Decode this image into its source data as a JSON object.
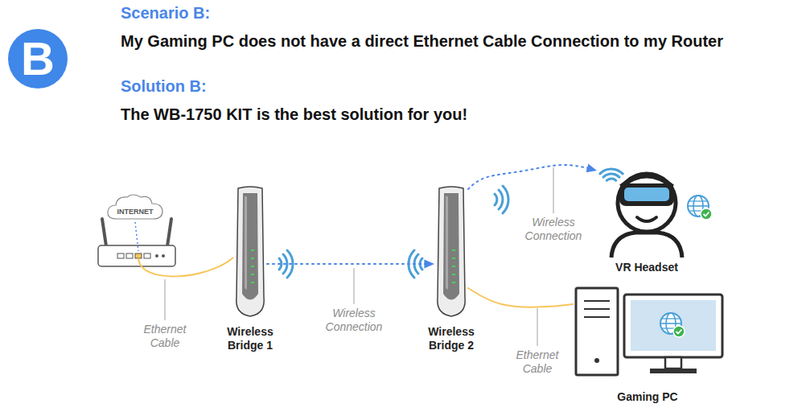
{
  "diagram": {
    "nodes": [
      {
        "text": [
          "B"
        ]
      },
      {
        "text": [
          "INTERNET"
        ]
      },
      {
        "text": [
          "Wireless Bridge 1"
        ]
      },
      {
        "text": [
          "Wireless Bridge 2"
        ]
      },
      {
        "text": [
          "VR Headset"
        ]
      },
      {
        "text": [
          "Gaming PC"
        ]
      }
    ],
    "edges": [
      {
        "from": 2,
        "to": 3,
        "label": "Wireless Connection",
        "arrow": "to"
      },
      {
        "from": 3,
        "to": 4,
        "label": "Wireless Connection",
        "arrow": "to"
      },
      {
        "from": 3,
        "to": 5,
        "label": "Ethernet Cable",
        "arrow": "none"
      }
    ],
    "labels": [
      "Scenario B:",
      "My Gaming PC does not have a direct Ethernet Cable Connection to my Router",
      "Solution B:",
      "The WB-1750 KIT is the best solution for you!",
      "Ethernet Cable"
    ]
  }
}
